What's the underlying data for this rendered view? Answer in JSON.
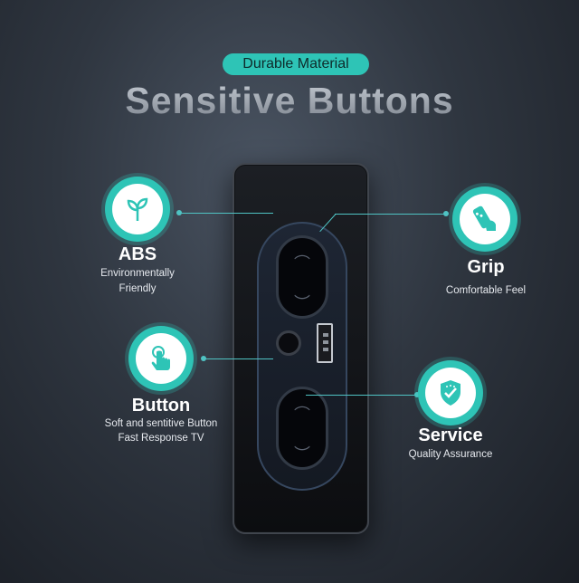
{
  "header": {
    "badge": "Durable Material",
    "title": "Sensitive Buttons"
  },
  "features": {
    "abs": {
      "title": "ABS",
      "line1": "Environmentally",
      "line2": "Friendly",
      "icon": "sprout-icon"
    },
    "grip": {
      "title": "Grip",
      "line1": "Comfortable Feel",
      "icon": "hand-remote-icon"
    },
    "button": {
      "title": "Button",
      "line1": "Soft and sentitive Button",
      "line2": "Fast Response TV",
      "icon": "tap-finger-icon"
    },
    "service": {
      "title": "Service",
      "line1": "Quality Assurance",
      "icon": "shield-check-icon"
    }
  },
  "colors": {
    "accent": "#2ec4b6",
    "background": "#2f3640",
    "text": "#ffffff"
  }
}
